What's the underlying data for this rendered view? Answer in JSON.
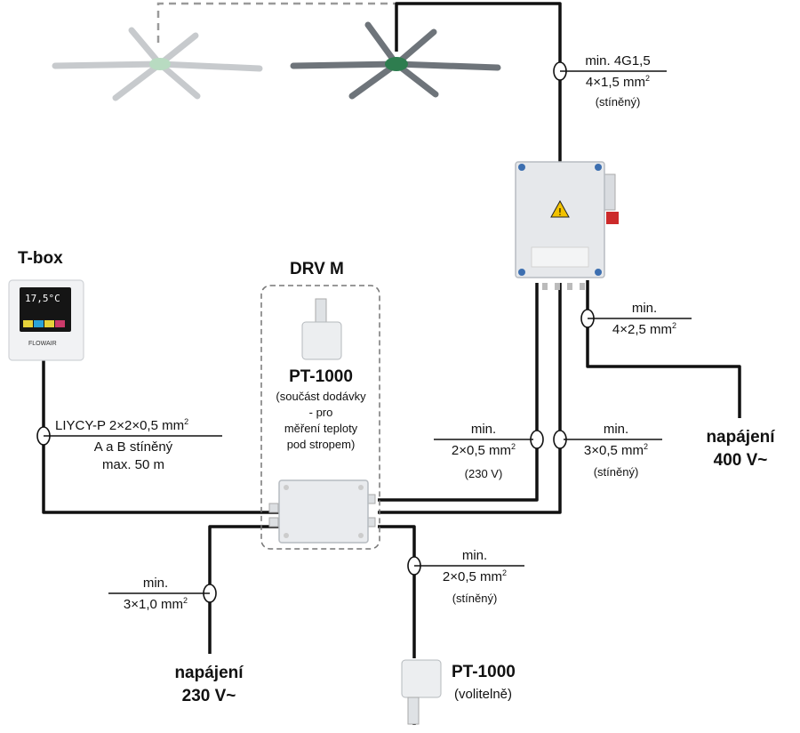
{
  "tbox": {
    "title": "T-box",
    "display": "17,5°C",
    "brand": "FLOWAIR"
  },
  "drv": {
    "title": "DRV M"
  },
  "sensor_main": {
    "name": "PT-1000",
    "desc1": "(součást dodávky",
    "desc2": "- pro",
    "desc3": "měření teploty",
    "desc4": "pod stropem)"
  },
  "sensor_opt": {
    "name": "PT-1000",
    "desc": "(volitelně)"
  },
  "cable_tbox": {
    "line1": "LIYCY-P 2×2×0,5 mm",
    "sup": "2",
    "line2": "A a B stíněný",
    "line3": "max. 50 m"
  },
  "cable_fan": {
    "line1": "min. 4G1,5",
    "line2": "4×1,5 mm",
    "sup": "2",
    "line3": "(stíněný)"
  },
  "cable_inv_power": {
    "line1": "min.",
    "line2": "4×2,5 mm",
    "sup": "2"
  },
  "cable_drv_230": {
    "line1": "min.",
    "line2": "2×0,5 mm",
    "sup": "2",
    "line3": "(230 V)"
  },
  "cable_drv_signal": {
    "line1": "min.",
    "line2": "3×0,5 mm",
    "sup": "2",
    "line3": "(stíněný)"
  },
  "cable_pt_opt": {
    "line1": "min.",
    "line2": "2×0,5 mm",
    "sup": "2",
    "line3": "(stíněný)"
  },
  "cable_power_230": {
    "line1": "min.",
    "line2": "3×1,0 mm",
    "sup": "2"
  },
  "power_400": {
    "line1": "napájení",
    "line2": "400 V~"
  },
  "power_230": {
    "line1": "napájení",
    "line2": "230 V~"
  },
  "colors": {
    "wire": "#111111",
    "box": "#e8eaed",
    "dashed": "#888888",
    "accent_green": "#2a9d4a"
  }
}
